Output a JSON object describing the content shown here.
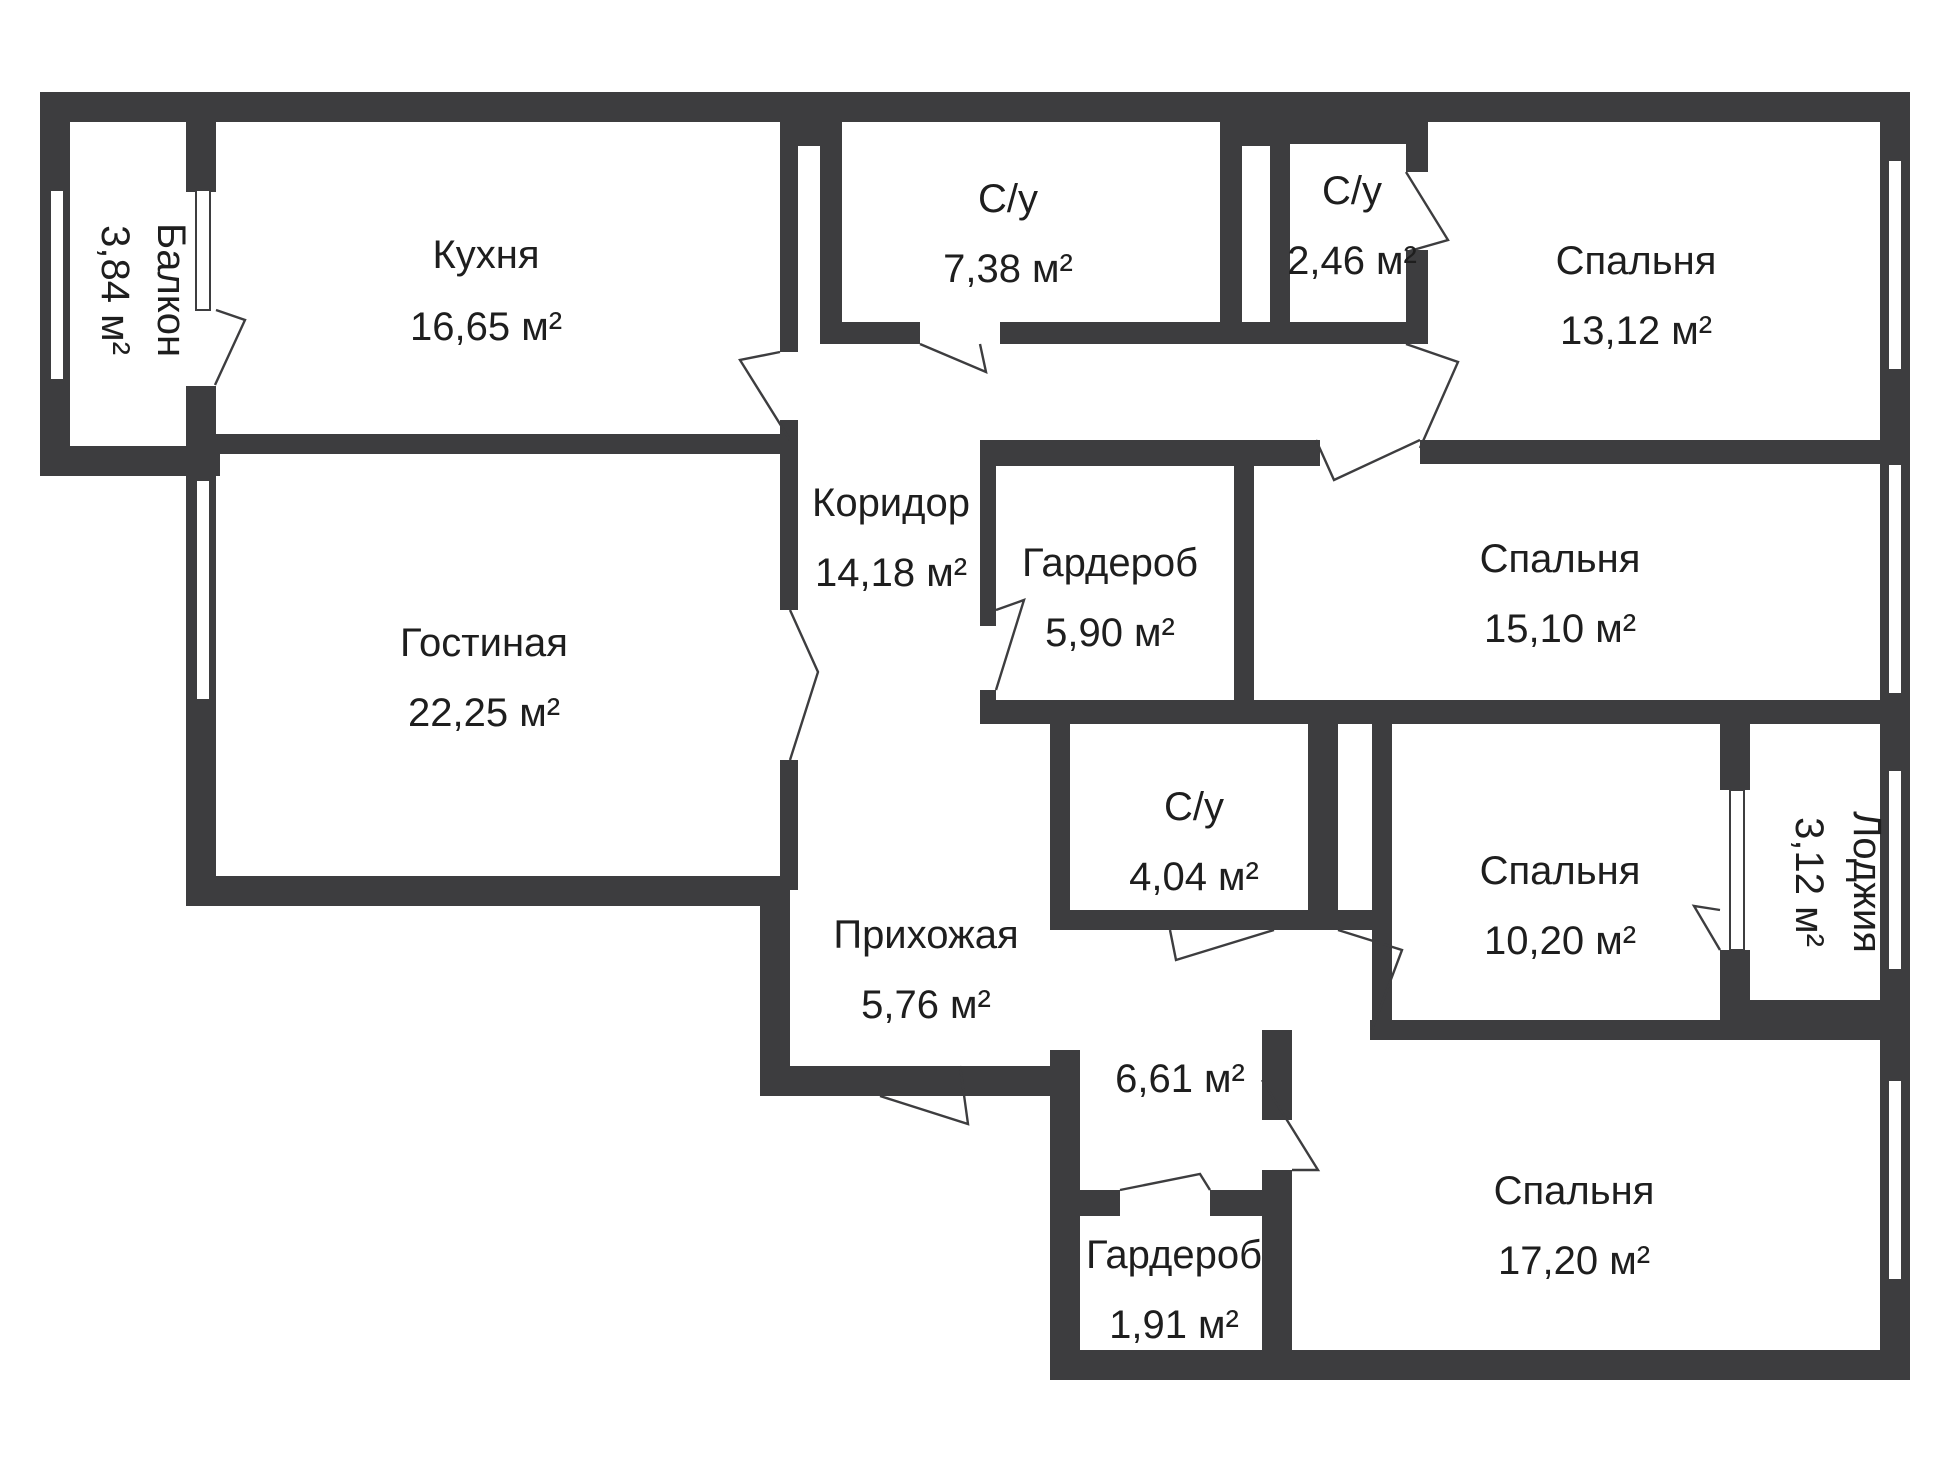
{
  "colors": {
    "wall": "#3d3d3f",
    "background": "#ffffff",
    "text": "#1e1e1e"
  },
  "rooms": {
    "balcony": {
      "name": "Балкон",
      "area": "3,84 м²"
    },
    "kitchen": {
      "name": "Кухня",
      "area": "16,65  м²"
    },
    "bath_1": {
      "name": "С/у",
      "area": "7,38 м²"
    },
    "bath_2": {
      "name": "С/у",
      "area": "2,46 м²"
    },
    "bedroom_1": {
      "name": "Спальня",
      "area": "13,12 м²"
    },
    "corridor": {
      "name": "Коридор",
      "area": "14,18 м²"
    },
    "living": {
      "name": "Гостиная",
      "area": "22,25 м²"
    },
    "wardrobe_1": {
      "name": "Гардероб",
      "area": "5,90 м²"
    },
    "bedroom_2": {
      "name": "Спальня",
      "area": "15,10 м²"
    },
    "bath_3": {
      "name": "С/у",
      "area": "4,04 м²"
    },
    "bedroom_3": {
      "name": "Спальня",
      "area": "10,20 м²"
    },
    "loggia": {
      "name": "Лоджия",
      "area": "3,12 м²"
    },
    "hallway": {
      "name": "Прихожая",
      "area": "5,76 м²"
    },
    "hall_extra": {
      "area": "6,61 м²"
    },
    "wardrobe_2": {
      "name": "Гардероб",
      "area": "1,91 м²"
    },
    "bedroom_4": {
      "name": "Спальня",
      "area": "17,20 м²"
    }
  }
}
